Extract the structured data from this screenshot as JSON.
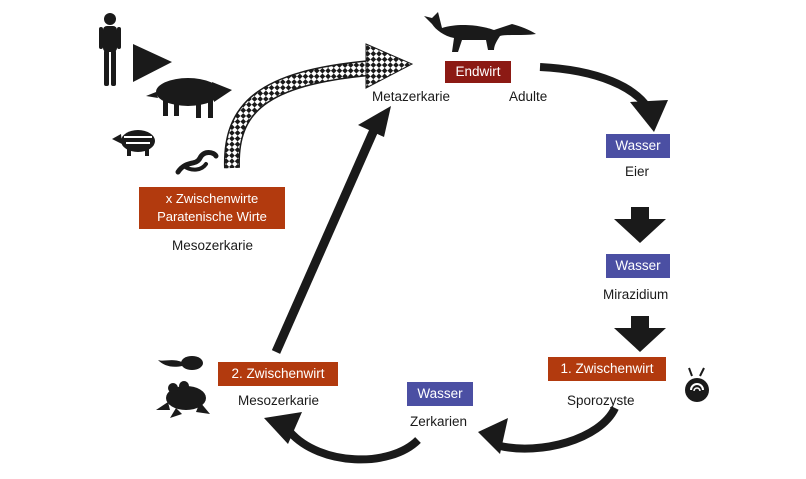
{
  "colors": {
    "host_final": "#8c1a14",
    "host_intermediate": "#b23a0e",
    "water": "#4b4fa3",
    "arrow": "#1a1a1a"
  },
  "boxes": {
    "endwirt": "Endwirt",
    "wasser_1": "Wasser",
    "wasser_2": "Wasser",
    "wasser_3": "Wasser",
    "zwischenwirt_1": "1. Zwischenwirt",
    "zwischenwirt_2": "2. Zwischenwirt",
    "x_zwischenwirte_line1": "x Zwischenwirte",
    "x_zwischenwirte_line2": "Paratenische Wirte"
  },
  "stages": {
    "metazerkarie": "Metazerkarie",
    "adulte": "Adulte",
    "eier": "Eier",
    "mirazidium": "Mirazidium",
    "sporozyste": "Sporozyste",
    "zerkarien": "Zerkarien",
    "mesozerkarie_lower": "Mesozerkarie",
    "mesozerkarie_upper": "Mesozerkarie"
  },
  "icons": [
    "human-icon",
    "boar-icon",
    "badger-icon",
    "snake-icon",
    "fox-icon",
    "snail-icon",
    "tadpole-icon",
    "frog-icon"
  ]
}
